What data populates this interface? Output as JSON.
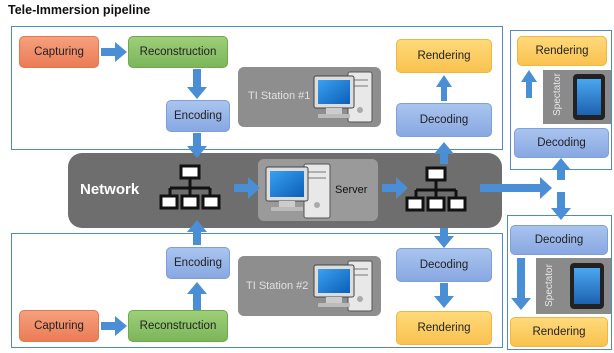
{
  "title": "Tele-Immersion pipeline",
  "top_station": {
    "capturing": "Capturing",
    "reconstruction": "Reconstruction",
    "encoding": "Encoding",
    "station_label": "TI Station #1",
    "decoding": "Decoding",
    "rendering": "Rendering"
  },
  "bottom_station": {
    "capturing": "Capturing",
    "reconstruction": "Reconstruction",
    "encoding": "Encoding",
    "station_label": "TI Station #2",
    "decoding": "Decoding",
    "rendering": "Rendering"
  },
  "network": {
    "label": "Network",
    "server_label": "Server"
  },
  "spectator_top": {
    "rendering": "Rendering",
    "decoding": "Decoding",
    "spectator_label": "Spectator"
  },
  "spectator_bottom": {
    "decoding": "Decoding",
    "rendering": "Rendering",
    "spectator_label": "Spectator"
  },
  "colors": {
    "frame": "#4f8ac6",
    "arrow": "#4a8fd6",
    "capturing": "#ea7c56",
    "reconstruction": "#7cb55a",
    "encoding": "#88a8e2",
    "rendering": "#f9c24f",
    "network": "#6e6e6e"
  }
}
